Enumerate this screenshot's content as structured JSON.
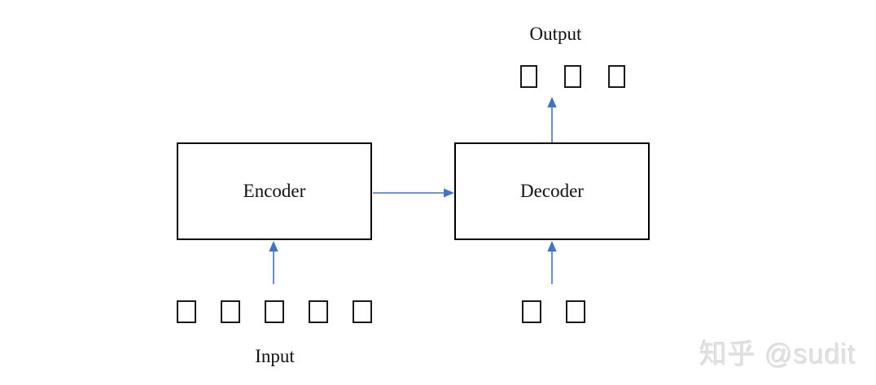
{
  "diagram": {
    "output_label": "Output",
    "input_label": "Input",
    "encoder_label": "Encoder",
    "decoder_label": "Decoder",
    "token_groups": {
      "output_tokens": {
        "count": 3
      },
      "input_tokens": {
        "count": 5
      },
      "decoder_input_tokens": {
        "count": 2
      }
    },
    "colors": {
      "arrow": "#4472C4",
      "box_border": "#000000",
      "token_border": "#1a1a1a",
      "background": "#ffffff"
    }
  },
  "watermark": {
    "text": "知乎 @sudit"
  }
}
